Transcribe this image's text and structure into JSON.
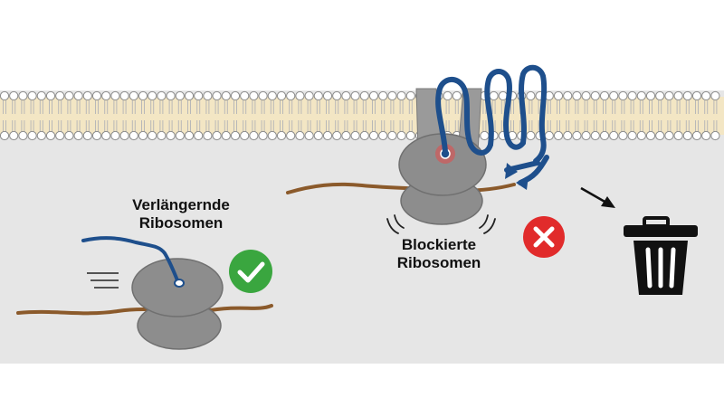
{
  "labels": {
    "elongating": [
      "Verlängernde",
      "Ribosomen"
    ],
    "blocked": [
      "Blockierte",
      "Ribosomen"
    ]
  },
  "icons": {
    "success": "check-circle-icon",
    "failure": "x-circle-icon",
    "discard": "trash-can-icon",
    "direction": "arrow-icon"
  },
  "colors": {
    "background": "#e6e6e6",
    "membrane_core": "#f3e6c4",
    "lipid_head": "#ffffff",
    "ribosome": "#8d8d8d",
    "mrna": "#8b5a2b",
    "protein": "#1e4f8c",
    "success": "#3aa63f",
    "failure": "#e12b2b",
    "trash": "#111111"
  }
}
